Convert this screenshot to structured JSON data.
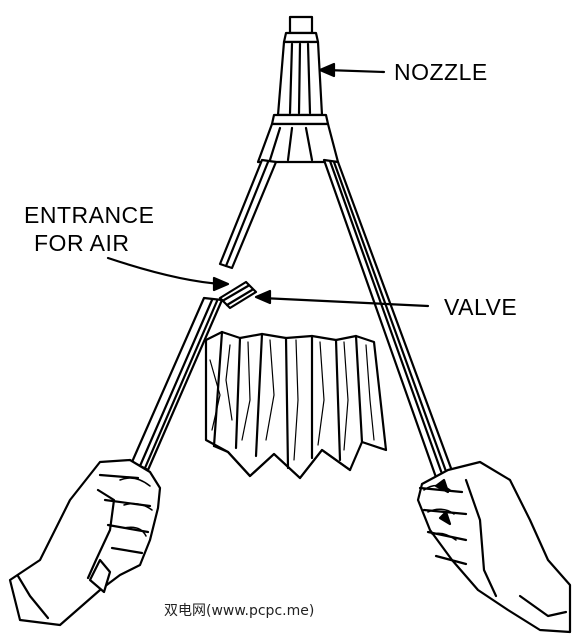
{
  "labels": {
    "nozzle": "NOZZLE",
    "entrance_line1": "ENTRANCE",
    "entrance_line2": "FOR AIR",
    "valve": "VALVE"
  },
  "watermark": "双电网(www.pcpc.me)",
  "colors": {
    "ink": "#000000",
    "paper": "#ffffff"
  }
}
